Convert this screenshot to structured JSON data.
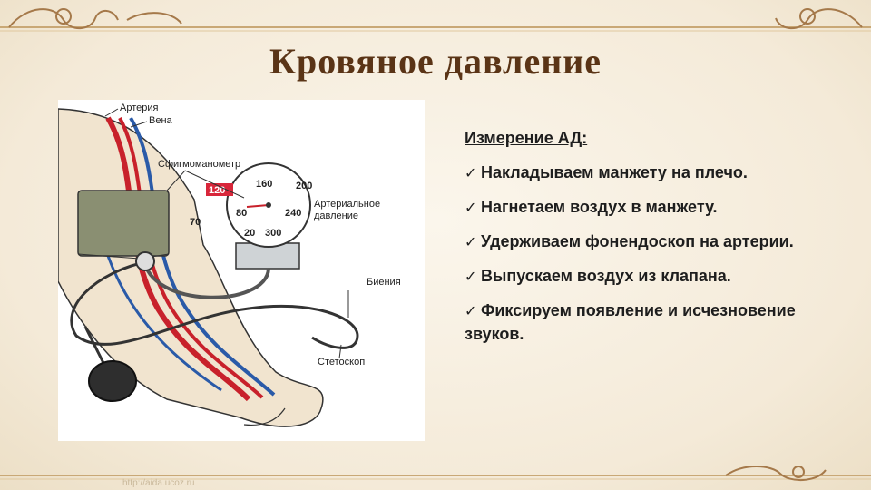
{
  "slide": {
    "title": "Кровяное давление",
    "footer_url": "http://aida.ucoz.ru"
  },
  "illustration": {
    "labels": {
      "artery": "Артерия",
      "vein": "Вена",
      "sphygmomanometer": "Сфигмоманометр",
      "arterial_pressure_1": "Артериальное",
      "arterial_pressure_2": "давление",
      "pulses": "Биения",
      "stethoscope": "Стетоскоп"
    },
    "gauge": {
      "readout": "120",
      "ticks": [
        "70",
        "80",
        "160",
        "200",
        "240",
        "20",
        "300"
      ]
    }
  },
  "content": {
    "heading": "Измерение АД:",
    "bullet_icon": "checkmark-icon",
    "items": [
      "Накладываем манжету на плечо.",
      "Нагнетаем воздух в манжету.",
      "Удерживаем фонендоскоп на артерии.",
      "Выпускаем воздух из клапана.",
      "Фиксируем появление и исчезновение звуков."
    ]
  },
  "colors": {
    "title": "#5a3416",
    "ornament": "#b08a5a",
    "artery": "#c8212b",
    "vein": "#2a5aa8",
    "cuff": "#8a8f72",
    "readout_bg": "#d8263a"
  }
}
